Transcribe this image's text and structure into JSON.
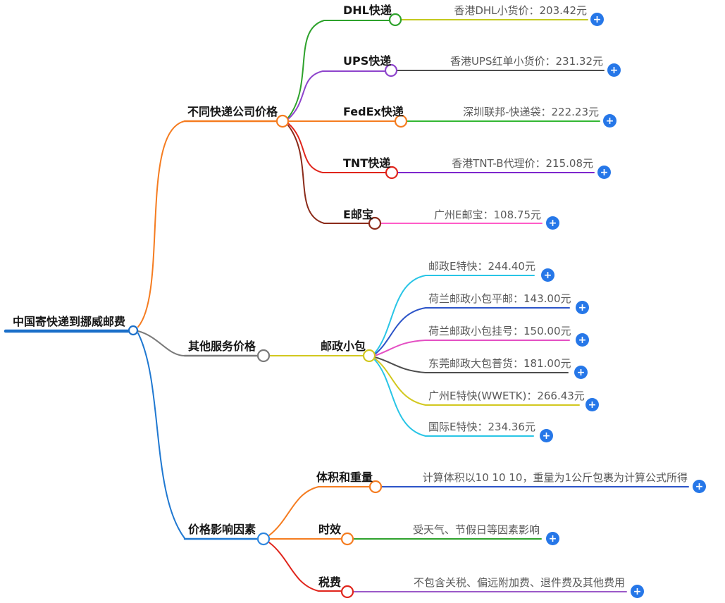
{
  "root": {
    "label": "中国寄快递到挪威邮费"
  },
  "company_branch": {
    "label": "不同快递公司价格",
    "items": [
      {
        "label": "DHL快递",
        "value": "香港DHL小货价：203.42元"
      },
      {
        "label": "UPS快递",
        "value": "香港UPS红单小货价：231.32元"
      },
      {
        "label": "FedEx快递",
        "value": "深圳联邦-快递袋：222.23元"
      },
      {
        "label": "TNT快递",
        "value": "香港TNT-B代理价：215.08元"
      },
      {
        "label": "E邮宝",
        "value": "广州E邮宝：108.75元"
      }
    ]
  },
  "other_branch": {
    "label": "其他服务价格",
    "group_label": "邮政小包",
    "items": [
      {
        "value": "邮政E特快：244.40元"
      },
      {
        "value": "荷兰邮政小包平邮：143.00元"
      },
      {
        "value": "荷兰邮政小包挂号：150.00元"
      },
      {
        "value": "东莞邮政大包普货：181.00元"
      },
      {
        "value": "广州E特快(WWETK)：266.43元"
      },
      {
        "value": "国际E特快：234.36元"
      }
    ]
  },
  "factor_branch": {
    "label": "价格影响因素",
    "items": [
      {
        "label": "体积和重量",
        "value": "计算体积以10 10 10，重量为1公斤包裹为计算公式所得"
      },
      {
        "label": "时效",
        "value": "受天气、节假日等因素影响"
      },
      {
        "label": "税费",
        "value": "不包含关税、偏远附加费、退件费及其他费用"
      }
    ]
  },
  "expand": {
    "label": "+"
  },
  "colors": {
    "root_blue": "#1b6fc9",
    "mid_blue": "#1f78d1",
    "light_blue": "#2e86de",
    "orange": "#f57c20",
    "green": "#2ea22c",
    "bright_green": "#33b733",
    "purple": "#8e44cc",
    "deep_purple": "#7d26cd",
    "violet": "#9b59c8",
    "red": "#e0251c",
    "maroon": "#8b2b1a",
    "olive": "#c3c91e",
    "yellow": "#d2c81f",
    "gray": "#7a7a7a",
    "dark_gray": "#4d4d4d",
    "cyan": "#29c5e6",
    "blue": "#2c54c8",
    "pink": "#ff5cc8",
    "magenta": "#e44fc3",
    "plus_blue": "#2677e8"
  }
}
